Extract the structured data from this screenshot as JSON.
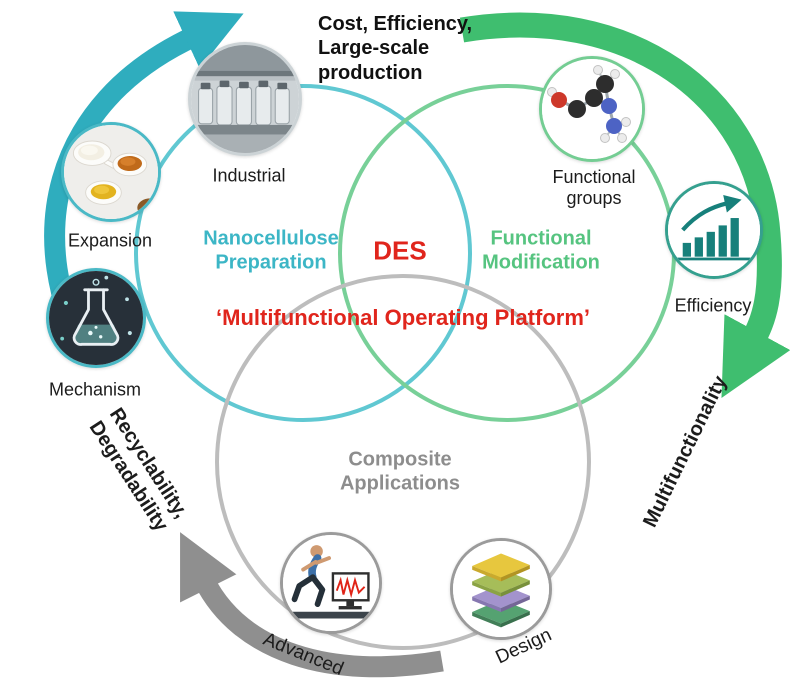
{
  "figure": {
    "top_note": "Cost, Efficiency,\nLarge-scale\nproduction",
    "left_note": "Recyclability,\nDegradability",
    "right_note": "Multifunctionality"
  },
  "venn": {
    "preparation_label": "Nanocellulose\nPreparation",
    "modification_label": "Functional\nModification",
    "applications_label": "Composite\nApplications",
    "center_acronym": "DES",
    "center_platform": "‘Multifunctional Operating Platform’"
  },
  "nodes": {
    "industrial": "Industrial",
    "expansion": "Expansion",
    "mechanism": "Mechanism",
    "functional_groups": "Functional\ngroups",
    "efficiency": "Efficiency",
    "advanced": "Advanced",
    "design": "Design"
  },
  "icons": {
    "industrial": "vial-filling-line-photo",
    "expansion": "powder-spoons-photo",
    "mechanism": "flask-icon",
    "functional_groups": "molecule-icon",
    "efficiency": "rising-bar-chart-icon",
    "advanced": "runner-treadmill-monitor-icon",
    "design": "stacked-layers-icon"
  },
  "colors": {
    "teal_arrow": "#2fadbe",
    "teal_circle": "#60c8d2",
    "teal_text": "#3cb6c6",
    "green_arrow": "#3fbe6f",
    "green_circle": "#78d098",
    "green_text": "#56c480",
    "gray_arrow": "#8f8f8f",
    "gray_circle": "#bdbdbd",
    "gray_text": "#8d8d8d",
    "red_text": "#e0251c",
    "black_text": "#1c1c1c"
  }
}
